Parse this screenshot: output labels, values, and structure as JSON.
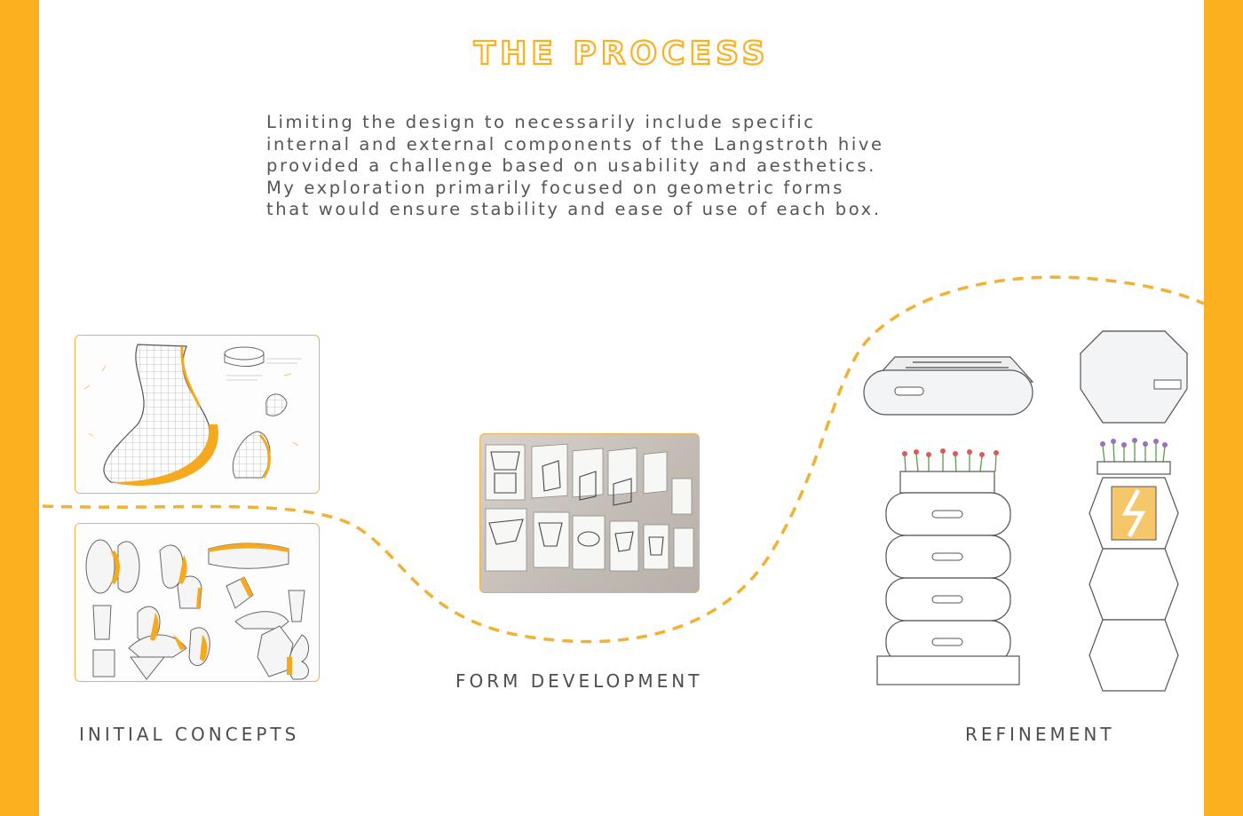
{
  "page": {
    "title": "THE PROCESS",
    "intro": "Limiting the design to necessarily include specific\ninternal and external components of the Langstroth hive\nprovided a challenge based on usability and aesthetics.\nMy exploration primarily focused on geometric forms\nthat would ensure stability and ease of use of each box."
  },
  "sections": {
    "initial_concepts": "INITIAL CONCEPTS",
    "form_development": "FORM DEVELOPMENT",
    "refinement": "REFINEMENT"
  },
  "colors": {
    "accent": "#fbb01f",
    "frame_border": "#f2b04a",
    "text": "#555555"
  }
}
